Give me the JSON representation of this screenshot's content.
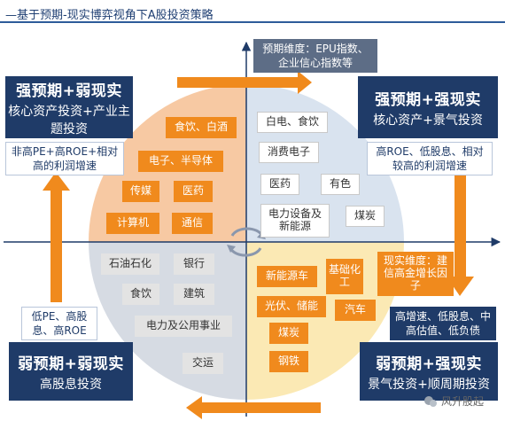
{
  "title": "—基于预期-现实博弈视角下A股投资策略",
  "axis_labels": {
    "vertical": "预期维度：EPU指数、企业信心指数等",
    "horizontal": "现实维度：建信高金增长因子"
  },
  "quadrants": {
    "top_left": {
      "heading": "强预期+弱现实",
      "strategy": "核心资产投资+产业主题投资",
      "condition": "非高PE+高ROE+相对高的利润增速",
      "sectors": [
        "食饮、白酒",
        "电子、半导体",
        "传媒",
        "医药",
        "计算机",
        "通信"
      ]
    },
    "top_right": {
      "heading": "强预期+强现实",
      "strategy": "核心资产+景气投资",
      "condition": "高ROE、低股息、相对较高的利润增速",
      "sectors": [
        "白电、食饮",
        "消费电子",
        "医药",
        "有色",
        "电力设备及新能源",
        "煤炭"
      ]
    },
    "bottom_left": {
      "heading": "弱预期+弱现实",
      "strategy": "高股息投资",
      "condition": "低PE、高股息、高ROE",
      "sectors": [
        "石油石化",
        "银行",
        "食饮",
        "建筑",
        "电力及公用事业",
        "交运"
      ]
    },
    "bottom_right": {
      "heading": "弱预期+强现实",
      "strategy": "景气投资+顺周期投资",
      "condition": "高增速、低股息、中高估值、低负债",
      "sectors": [
        "新能源车",
        "基础化工",
        "光伏、储能",
        "汽车",
        "煤炭",
        "钢铁"
      ]
    }
  },
  "watermark": "风升股起",
  "colors": {
    "navy": "#1f3b68",
    "orange": "#f08a1d",
    "quadrant_tl": "#f7c9a3",
    "quadrant_tr": "#d9e3ef",
    "quadrant_bl": "#d6dbe3",
    "quadrant_br": "#fbe9b4"
  }
}
